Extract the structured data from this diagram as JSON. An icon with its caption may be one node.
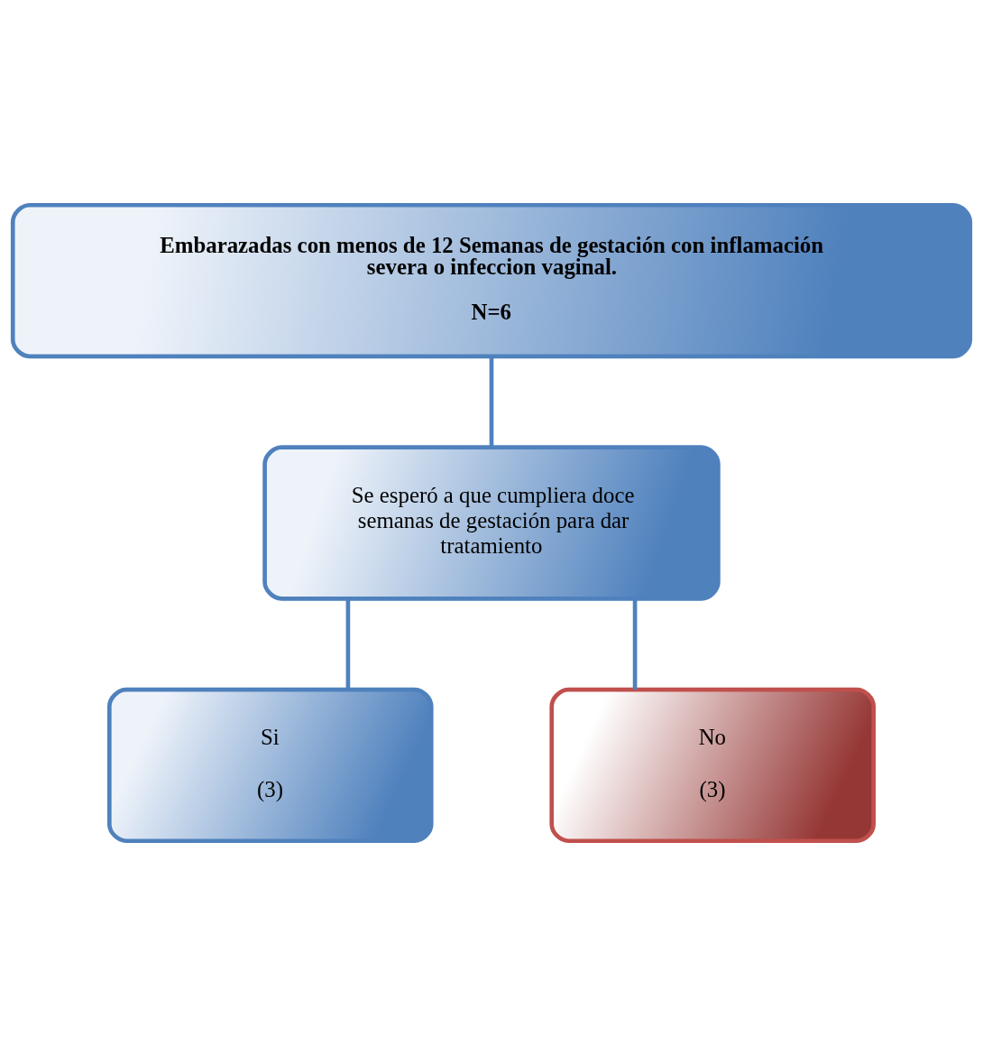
{
  "diagram": {
    "nodes": [
      {
        "text": [
          "Embarazadas con menos de 12 Semanas de gestación con inflamación severa o infeccion vaginal.",
          "N=6"
        ]
      },
      {
        "text": [
          "Se esperó a que cumpliera doce semanas de gestación para dar tratamiento"
        ]
      },
      {
        "text": [
          "Si",
          "(3)"
        ]
      },
      {
        "text": [
          "No",
          "(3)"
        ]
      }
    ],
    "edges": [
      {
        "from": 0,
        "to": 1,
        "arrow": "none"
      },
      {
        "from": 1,
        "to": 2,
        "arrow": "none"
      },
      {
        "from": 1,
        "to": 3,
        "arrow": "none"
      }
    ]
  }
}
